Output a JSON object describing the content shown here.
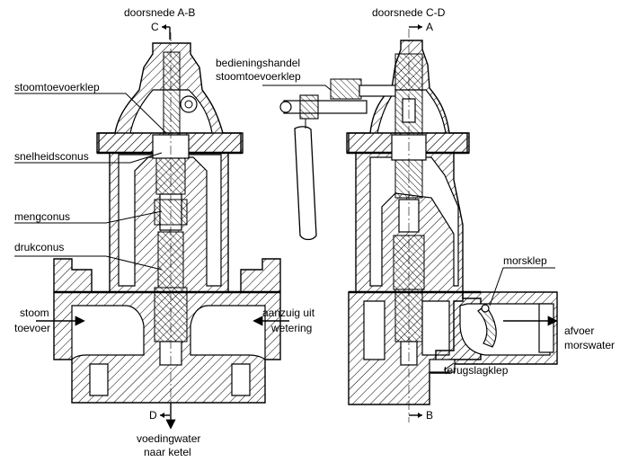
{
  "title_section_ab": "doorsnede A-B",
  "title_section_cd": "doorsnede C-D",
  "markers": {
    "c": "C",
    "d": "D",
    "a": "A",
    "b": "B"
  },
  "labels": {
    "stoomtoevoerklep": "stoomtoevoerklep",
    "snelheidsconus": "snelheidsconus",
    "mengconus": "mengconus",
    "drukconus": "drukconus",
    "stoom_line1": "stoom",
    "stoom_line2": "toevoer",
    "aanzuig_line1": "aanzuig uit",
    "aanzuig_line2": "wetering",
    "voedingwater_line1": "voedingwater",
    "voedingwater_line2": "naar ketel",
    "bedieningshandel_line1": "bedieningshandel",
    "bedieningshandel_line2": "stoomtoevoerklep",
    "morsklep": "morsklep",
    "afvoer_line1": "afvoer",
    "afvoer_line2": "morswater",
    "terugslagklep": "terugslagklep"
  }
}
